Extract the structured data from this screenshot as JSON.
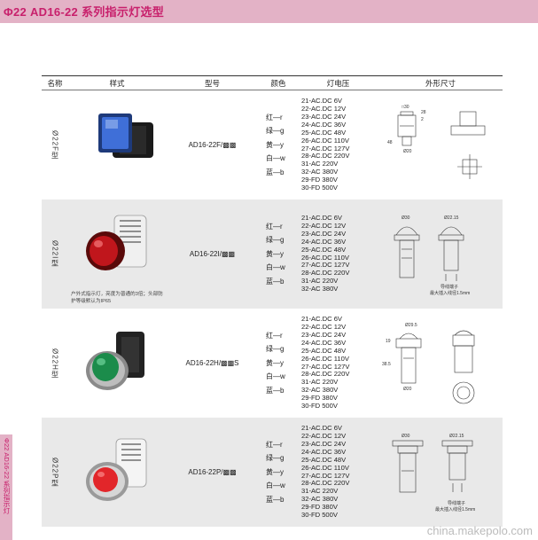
{
  "header": {
    "title": "Φ22 AD16-22 系列指示灯选型"
  },
  "table": {
    "columns": [
      "名称",
      "样式",
      "型号",
      "颜色",
      "灯电压",
      "外形尺寸"
    ],
    "rows": [
      {
        "name": "Ø22F型",
        "model": "AD16-22F/▩▩",
        "note": "",
        "colors": [
          "红—r",
          "绿—g",
          "黄—y",
          "白—w",
          "蓝—b"
        ],
        "voltages": [
          "21-AC.DC 6V",
          "22-AC.DC 12V",
          "23-AC.DC 24V",
          "24-AC.DC 36V",
          "25-AC.DC 48V",
          "26-AC.DC 110V",
          "27-AC.DC 127V",
          "28-AC.DC 220V",
          "31-AC 220V",
          "32-AC 380V",
          "29-FD 380V",
          "30-FD 500V"
        ],
        "dims": [
          "□30",
          "28",
          "2",
          "48",
          "Ø20"
        ],
        "lens_color": "#3f6fd8"
      },
      {
        "name": "Ø22I型",
        "model": "AD16-22I/▩▩",
        "note": "户外式指示灯，亮度为普通的3倍；头部防护等级默认为IP65",
        "colors": [
          "红—r",
          "绿—g",
          "黄—y",
          "白—w",
          "蓝—b"
        ],
        "voltages": [
          "21-AC.DC 6V",
          "22-AC.DC 12V",
          "23-AC.DC 24V",
          "24-AC.DC 36V",
          "25-AC.DC 48V",
          "26-AC.DC 110V",
          "27-AC.DC 127V",
          "28-AC.DC 220V",
          "31-AC 220V",
          "32-AC 380V"
        ],
        "dims": [
          "Ø30",
          "Ø22.15",
          "导线端子",
          "最大插入线径1.5mm"
        ],
        "lens_color": "#c0161c"
      },
      {
        "name": "Ø22H型",
        "model": "AD16-22H/▩▩S",
        "note": "",
        "colors": [
          "红—r",
          "绿—g",
          "黄—y",
          "白—w",
          "蓝—b"
        ],
        "voltages": [
          "21-AC.DC 6V",
          "22-AC.DC 12V",
          "23-AC.DC 24V",
          "24-AC.DC 36V",
          "25-AC.DC 48V",
          "26-AC.DC 110V",
          "27-AC.DC 127V",
          "28-AC.DC 220V",
          "31-AC 220V",
          "32-AC 380V",
          "29-FD 380V",
          "30-FD 500V"
        ],
        "dims": [
          "Ø29.5",
          "19",
          "38.5",
          "Ø20"
        ],
        "lens_color": "#1b8c4b"
      },
      {
        "name": "Ø22P型",
        "model": "AD16-22P/▩▩",
        "note": "",
        "colors": [
          "红—r",
          "绿—g",
          "黄—y",
          "白—w",
          "蓝—b"
        ],
        "voltages": [
          "21-AC.DC 6V",
          "22-AC.DC 12V",
          "23-AC.DC 24V",
          "24-AC.DC 36V",
          "25-AC.DC 48V",
          "26-AC.DC 110V",
          "27-AC.DC 127V",
          "28-AC.DC 220V",
          "31-AC 220V",
          "32-AC 380V",
          "29-FD 380V",
          "30-FD 500V"
        ],
        "dims": [
          "Ø30",
          "Ø22.15",
          "导线端子",
          "最大插入线径1.5mm"
        ],
        "lens_color": "#e2262a"
      }
    ]
  },
  "sidebar": {
    "text": "Φ22 AD16-22 系列指示灯"
  },
  "watermark": "china.makepolo.com"
}
